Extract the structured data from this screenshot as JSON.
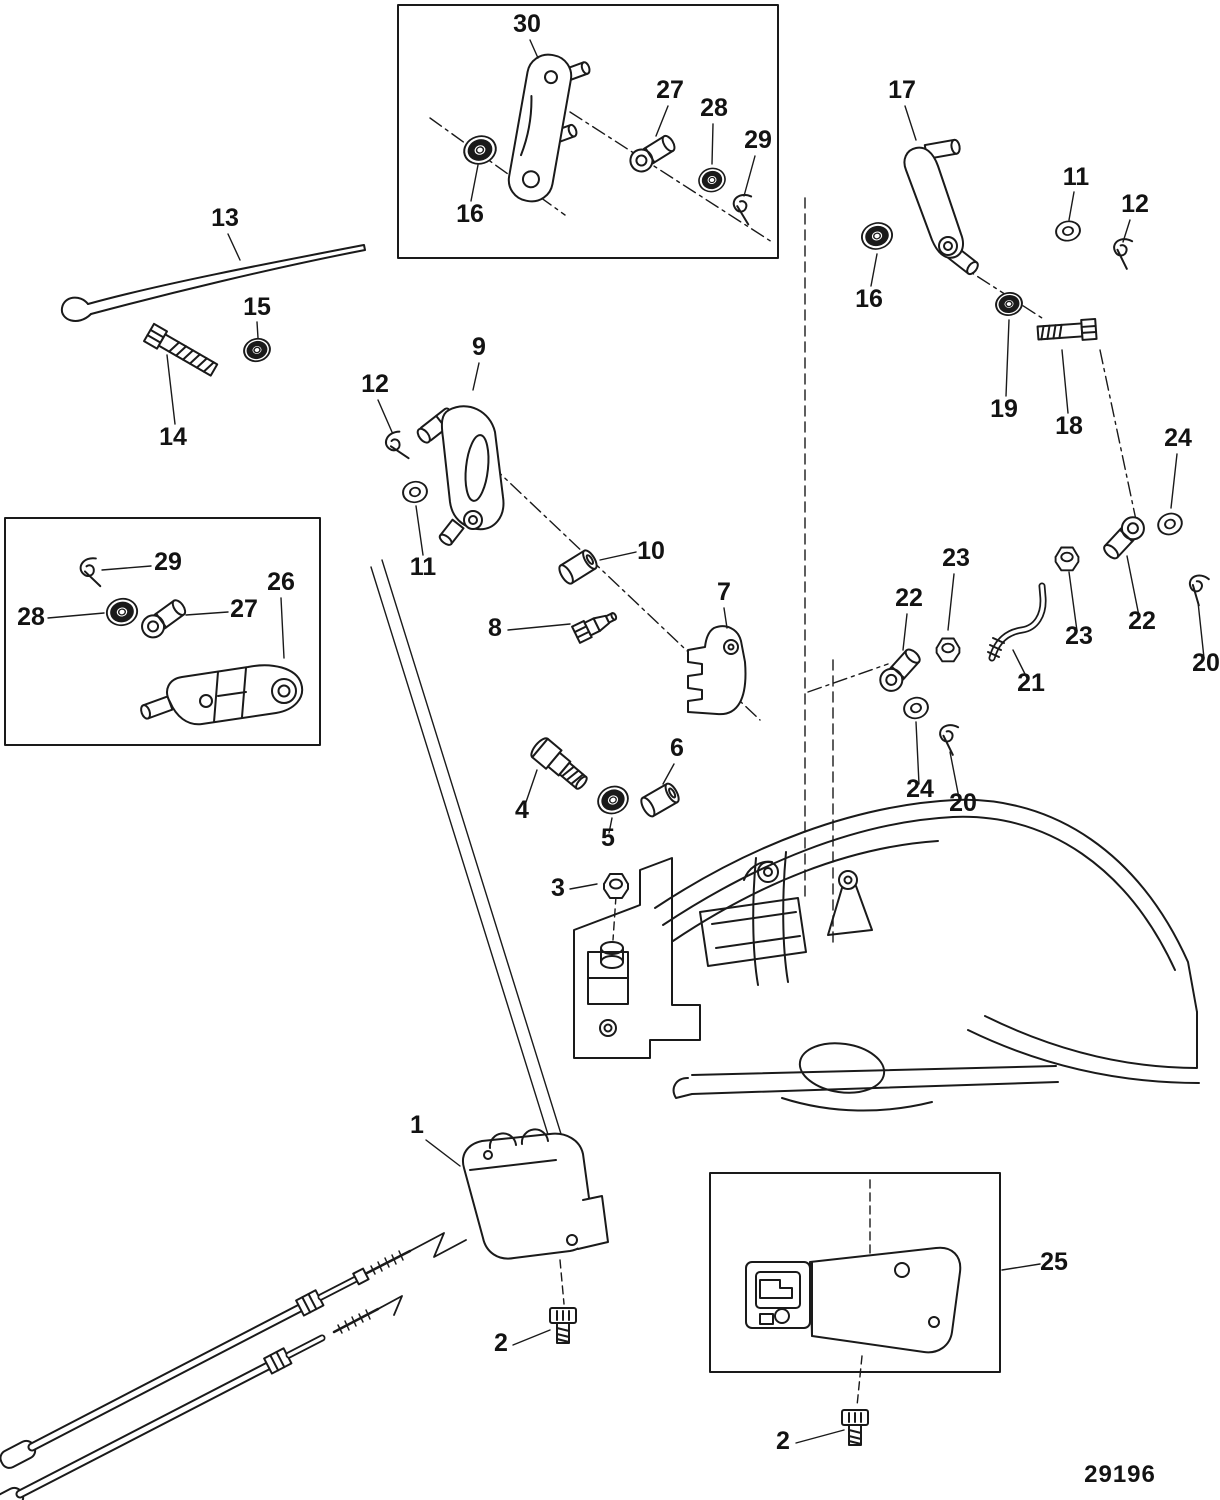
{
  "diagram": {
    "number": "29196"
  },
  "callouts": {
    "c1": "1",
    "c2a": "2",
    "c2b": "2",
    "c3": "3",
    "c4": "4",
    "c5": "5",
    "c6": "6",
    "c7": "7",
    "c8": "8",
    "c9": "9",
    "c10": "10",
    "c11a": "11",
    "c11b": "11",
    "c12a": "12",
    "c12b": "12",
    "c13": "13",
    "c14": "14",
    "c15": "15",
    "c16a": "16",
    "c16b": "16",
    "c17": "17",
    "c18": "18",
    "c19": "19",
    "c20a": "20",
    "c20b": "20",
    "c21": "21",
    "c22a": "22",
    "c22b": "22",
    "c23a": "23",
    "c23b": "23",
    "c24a": "24",
    "c24b": "24",
    "c25": "25",
    "c26": "26",
    "c27a": "27",
    "c27b": "27",
    "c28a": "28",
    "c28b": "28",
    "c29a": "29",
    "c29b": "29",
    "c30": "30"
  }
}
